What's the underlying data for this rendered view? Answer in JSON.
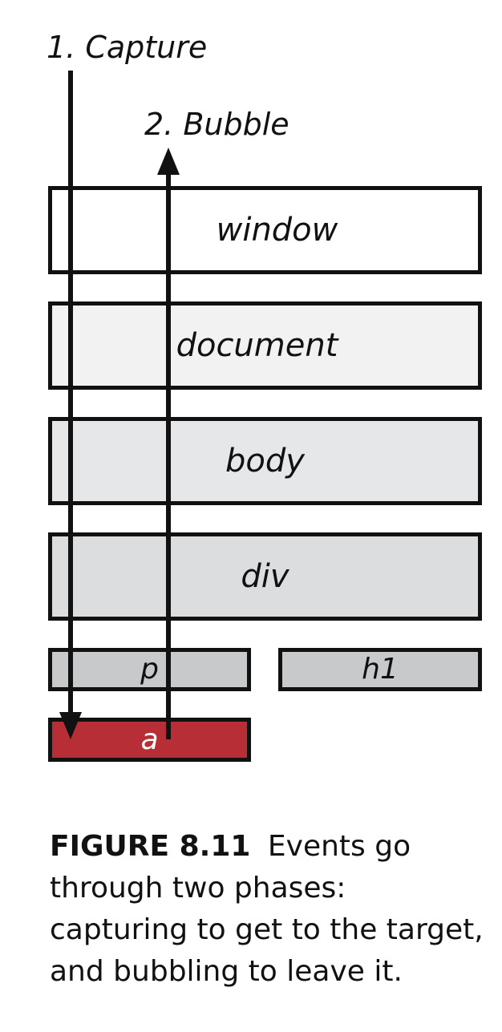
{
  "phases": {
    "capture_label": "1. Capture",
    "bubble_label": "2. Bubble"
  },
  "nodes": {
    "window": "window",
    "document": "document",
    "body": "body",
    "div": "div",
    "p": "p",
    "h1": "h1",
    "a": "a"
  },
  "colors": {
    "window_fill": "#ffffff",
    "document_fill": "#f1f2f1",
    "body_fill": "#e6e7e8",
    "div_fill": "#dcdddf",
    "p_fill": "#c8c9cb",
    "h1_fill": "#c8c9cb",
    "a_fill": "#b72e36",
    "a_text": "#ffffff",
    "stroke": "#111111"
  },
  "caption": {
    "figure_id": "FIGURE 8.11",
    "text": "Events go through two phases: capturing to get to the target, and bubbling to leave it."
  }
}
